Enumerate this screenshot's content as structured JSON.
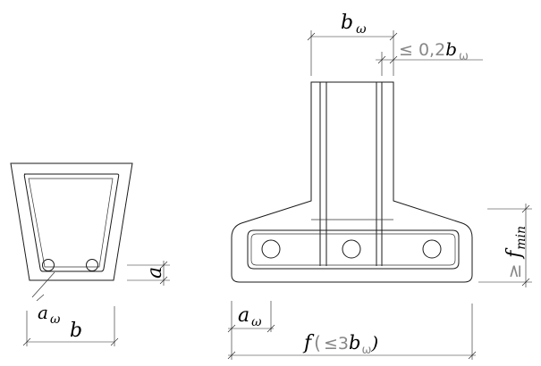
{
  "labels": {
    "left_a_omega": {
      "base": "a",
      "sub": "ω"
    },
    "left_b": "b",
    "left_a": "a",
    "top_b_omega": {
      "base": "b",
      "sub": "ω"
    },
    "top_limit": {
      "prefix": "≤ 0,2",
      "base": "b",
      "sub": "ω"
    },
    "right_fmin": {
      "prefix": "≥ ",
      "base": "f",
      "sub": "min"
    },
    "bottom_a_omega": {
      "base": "a",
      "sub": "ω"
    },
    "bottom_f": {
      "base": "f",
      "open": "(",
      "limit": "≤3",
      "limit_var": "b",
      "sub": "ω",
      "close": ")"
    }
  }
}
